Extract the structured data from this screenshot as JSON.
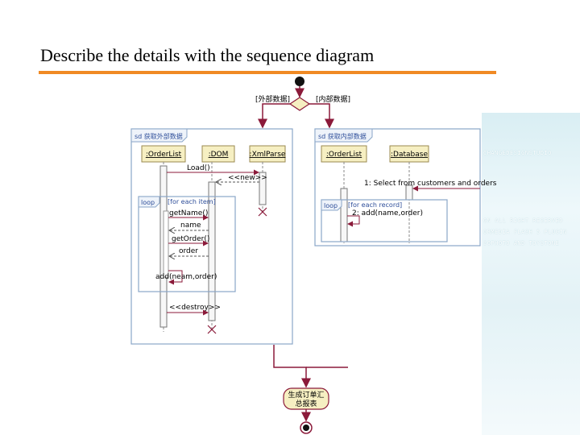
{
  "slide": {
    "title": "Describe the details with the sequence diagram"
  },
  "activity": {
    "guard_left": "[外部数据]",
    "guard_right": "[内部数据]",
    "final_action": [
      "生成订单汇",
      "总报表"
    ]
  },
  "frame_left": {
    "title": "sd 获取外部数据",
    "lifelines": [
      ":OrderList",
      ":DOM",
      ":XmlParse"
    ],
    "messages": {
      "load": "Load()",
      "new": "<<new>>",
      "get_name": "getName()",
      "name": "name",
      "get_order": "getOrder()",
      "order": "order",
      "add": "add(neam,order)",
      "destroy": "<<destroy>>"
    },
    "loop": {
      "label": "loop",
      "guard": "[for each item]"
    }
  },
  "frame_right": {
    "title": "sd 获取内部数据",
    "lifelines": [
      ":OrderList",
      ":Database"
    ],
    "messages": {
      "select": "1: Select from customers and orders",
      "add": "2: add(name,order)"
    },
    "loop": {
      "label": "loop",
      "guard": "[for each record]"
    }
  },
  "background": {
    "lines": [
      "CHANGEDESIGNSTUDIO",
      "GN ALL RIGHT RESERVED",
      "ORMEDIA FLASH 5 PLUGIN",
      "SOPHOTO AND TOYSTONE"
    ]
  },
  "colors": {
    "accent_rule": "#f08a24",
    "flow": "#8b1a3a",
    "frame_border": "#8aa6c8",
    "lifeline_head": "#f6efc2"
  }
}
